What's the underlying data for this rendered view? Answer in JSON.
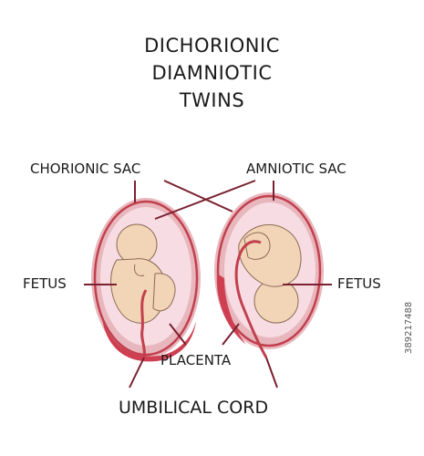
{
  "title": [
    "DICHORIONIC",
    "DIAMNIOTIC",
    "TWINS"
  ],
  "labels": {
    "chorionic_sac": "CHORIONIC SAC",
    "amniotic_sac": "AMNIOTIC SAC",
    "fetus_left": "FETUS",
    "fetus_right": "FETUS",
    "placenta": "PLACENTA",
    "umbilical_cord": "UMBILICAL CORD"
  },
  "watermark": "389217488",
  "colors": {
    "outer_sac": "#e8b7bd",
    "chorion_line": "#c2404e",
    "amnion_fill": "#f7dde3",
    "placenta": "#cf3f52",
    "fetus_skin": "#f2d5b7",
    "fetus_outline": "#8c6a54",
    "leader_line": "#7a2030",
    "text": "#1a1a1a"
  }
}
